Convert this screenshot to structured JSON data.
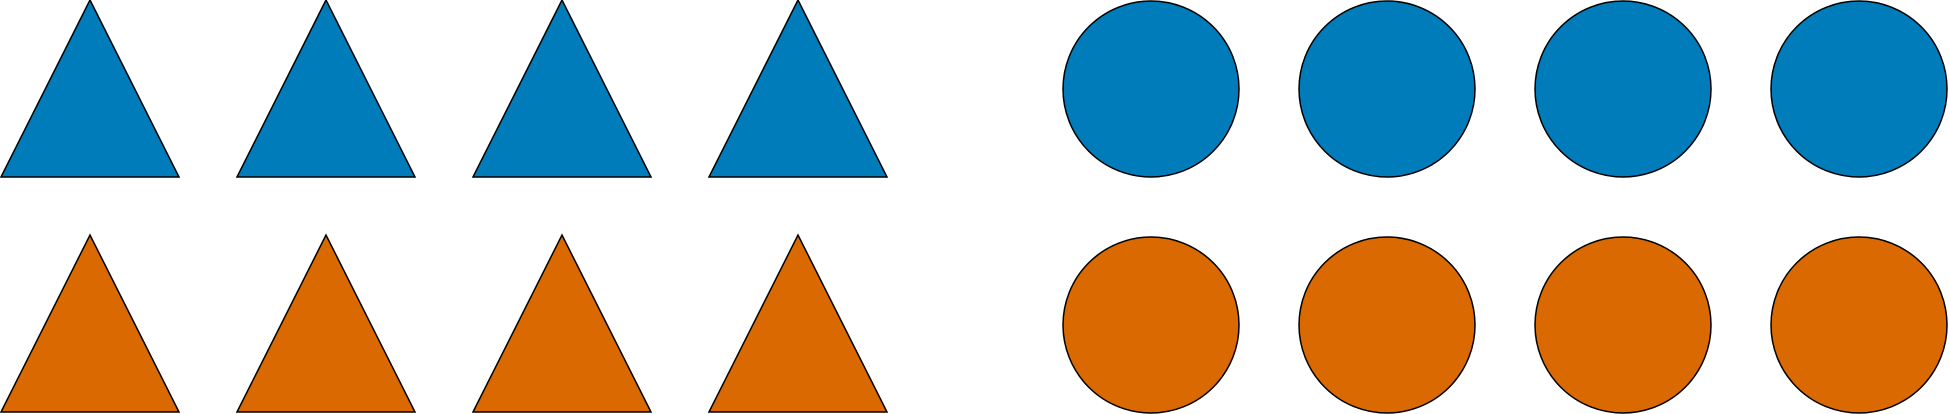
{
  "colors": {
    "blue": "#017cba",
    "orange": "#d96900",
    "stroke": "#000000",
    "background": "#ffffff"
  },
  "groups": [
    {
      "shape": "triangle",
      "rows": [
        {
          "color": "blue",
          "count": 4
        },
        {
          "color": "orange",
          "count": 4
        }
      ]
    },
    {
      "shape": "circle",
      "rows": [
        {
          "color": "blue",
          "count": 4
        },
        {
          "color": "orange",
          "count": 4
        }
      ]
    }
  ]
}
